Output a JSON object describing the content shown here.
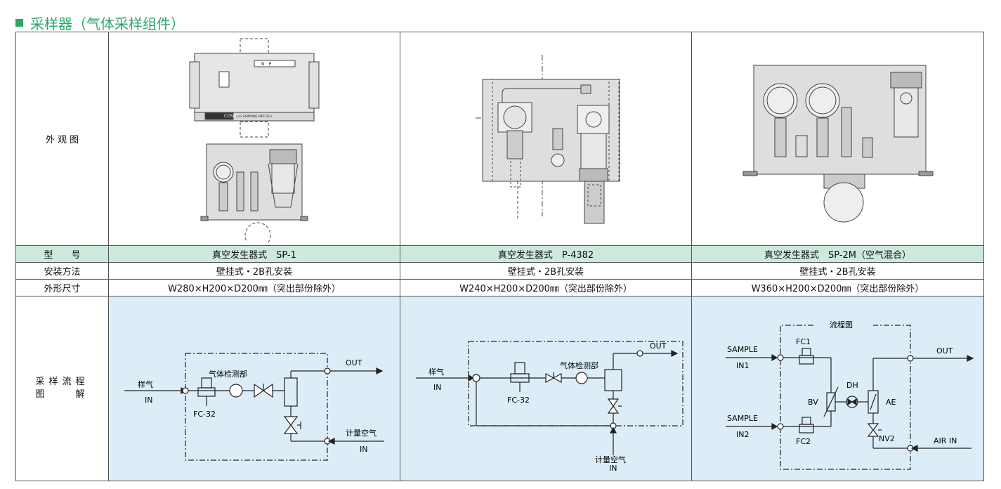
{
  "title": "采样器（气体采样组件）",
  "rows": {
    "appearance_label": "外 观 图",
    "model_label": "型　　号",
    "mount_label": "安装方法",
    "size_label": "外形尺寸",
    "flow_label_line1": "采样流程",
    "flow_label_line2": "图　　解"
  },
  "products": [
    {
      "model": "真空发生器式　SP-1",
      "mount": "壁挂式・2B孔安装",
      "size": "W280×H200×D200㎜（突出部份除外）"
    },
    {
      "model": "真空发生器式　P-4382",
      "mount": "壁挂式・2B孔安装",
      "size": "W240×H200×D200㎜（突出部份除外）"
    },
    {
      "model": "真空发生器式　SP-2M（空气混合）",
      "mount": "壁挂式・2B孔安装",
      "size": "W360×H200×D200㎜（突出部份除外）"
    }
  ],
  "images": {
    "sp1_nameplate_brand": "COSMOS",
    "sp1_nameplate_text": "GAS SAMPLING UNIT SP-1",
    "sp1_top_label": "N　P"
  },
  "flow1": {
    "in_label": "样气",
    "in_sub": "IN",
    "detector": "气体检测部",
    "fc": "FC-32",
    "out": "OUT",
    "meter_air": "计量空气",
    "meter_in": "IN"
  },
  "flow2": {
    "in_label": "样气",
    "in_sub": "IN",
    "detector": "气体检测部",
    "fc": "FC-32",
    "out": "OUT",
    "meter_air": "计量空气",
    "meter_in": "IN"
  },
  "flow3": {
    "header": "流程图",
    "sample1": "SAMPLE",
    "in1": "IN1",
    "sample2": "SAMPLE",
    "in2": "IN2",
    "fc1": "FC1",
    "fc2": "FC2",
    "bv": "BV",
    "dh": "DH",
    "ae": "AE",
    "nv2": "NV2",
    "out": "OUT",
    "air_in": "AIR IN"
  }
}
